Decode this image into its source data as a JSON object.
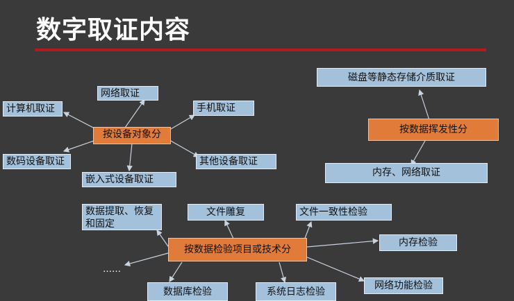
{
  "title": "数字取证内容",
  "nodes": {
    "hub_device": "按设备对象分",
    "computer": "计算机取证",
    "network": "网络取证",
    "mobile": "手机取证",
    "digital_device": "数码设备取证",
    "embedded": "嵌入式设备取证",
    "other_device": "其他设备取证",
    "hub_volatility": "按数据挥发性分",
    "disk_static": "磁盘等静态存储介质取证",
    "memory_network": "内存、网络取证",
    "hub_technique": "按数据检验项目或技术分",
    "data_extract": "数据提取、恢复和固定",
    "file_carving": "文件雕复",
    "file_consistency": "文件一致性检验",
    "memory_check": "内存检验",
    "database_check": "数据库检验",
    "syslog_check": "系统日志检验",
    "network_function": "网络功能检验",
    "ellipsis": "……"
  }
}
